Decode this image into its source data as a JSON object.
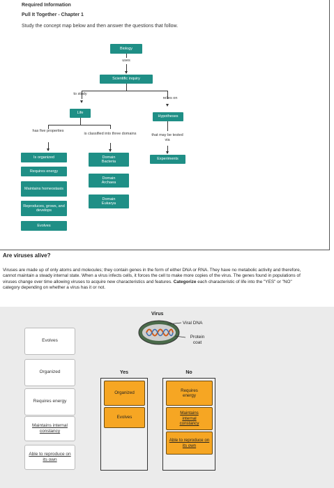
{
  "header": {
    "line1": "Required Information",
    "line2": "Pull It Together - Chapter 1",
    "line3": "Study the concept map below and then answer the questions that follow."
  },
  "concept_map": {
    "biology": "Biology",
    "uses": "uses",
    "scientific_inquiry": "Scientific inquiry",
    "to_study": "to study",
    "relies_on": "relies on",
    "life": "Life",
    "hypotheses": "Hypotheses",
    "has_five_properties": "has five properties",
    "is_classified": "is classified into three domains",
    "that_may": "that may be tested via",
    "experiments": "Experiments",
    "properties": [
      "Is organized",
      "Requires energy",
      "Maintains homeostasis",
      "Reproduces, grows, and develops",
      "Evolves"
    ],
    "domains": [
      [
        "Domain",
        "Bacteria"
      ],
      [
        "Domain",
        "Archaea"
      ],
      [
        "Domain",
        "Eukarya"
      ]
    ]
  },
  "question": {
    "title": "Are viruses alive?",
    "body": "Viruses are made up of only atoms and molecules; they contain genes in the form of either DNA or RNA. They have no metabolic activity and therefore, cannot maintain a steady internal state. When a virus infects cells, it forces the cell to make more copies of the virus. The genes found in populations of viruses change over time allowing viruses to acquire new characteristics and features. ",
    "bold_part": "Categorize",
    "body_end": " each characteristic of life into the \"YES\" or \"NO\" category depending on whether a virus has it or not."
  },
  "virus": {
    "label": "Virus",
    "viral_dna": "Viral DNA",
    "protein_coat": "Protein coat"
  },
  "activity": {
    "left_cards": [
      "Evolves",
      "Organized",
      "Requires energy",
      "Maintains internal constancy",
      "Able to reproduce on its own"
    ],
    "yes_label": "Yes",
    "no_label": "No",
    "yes_items": [
      "Organized",
      "Evolves"
    ],
    "no_items": [
      "Requires energy",
      "Maintains internal constancy",
      "Able to reproduce on its own"
    ]
  }
}
